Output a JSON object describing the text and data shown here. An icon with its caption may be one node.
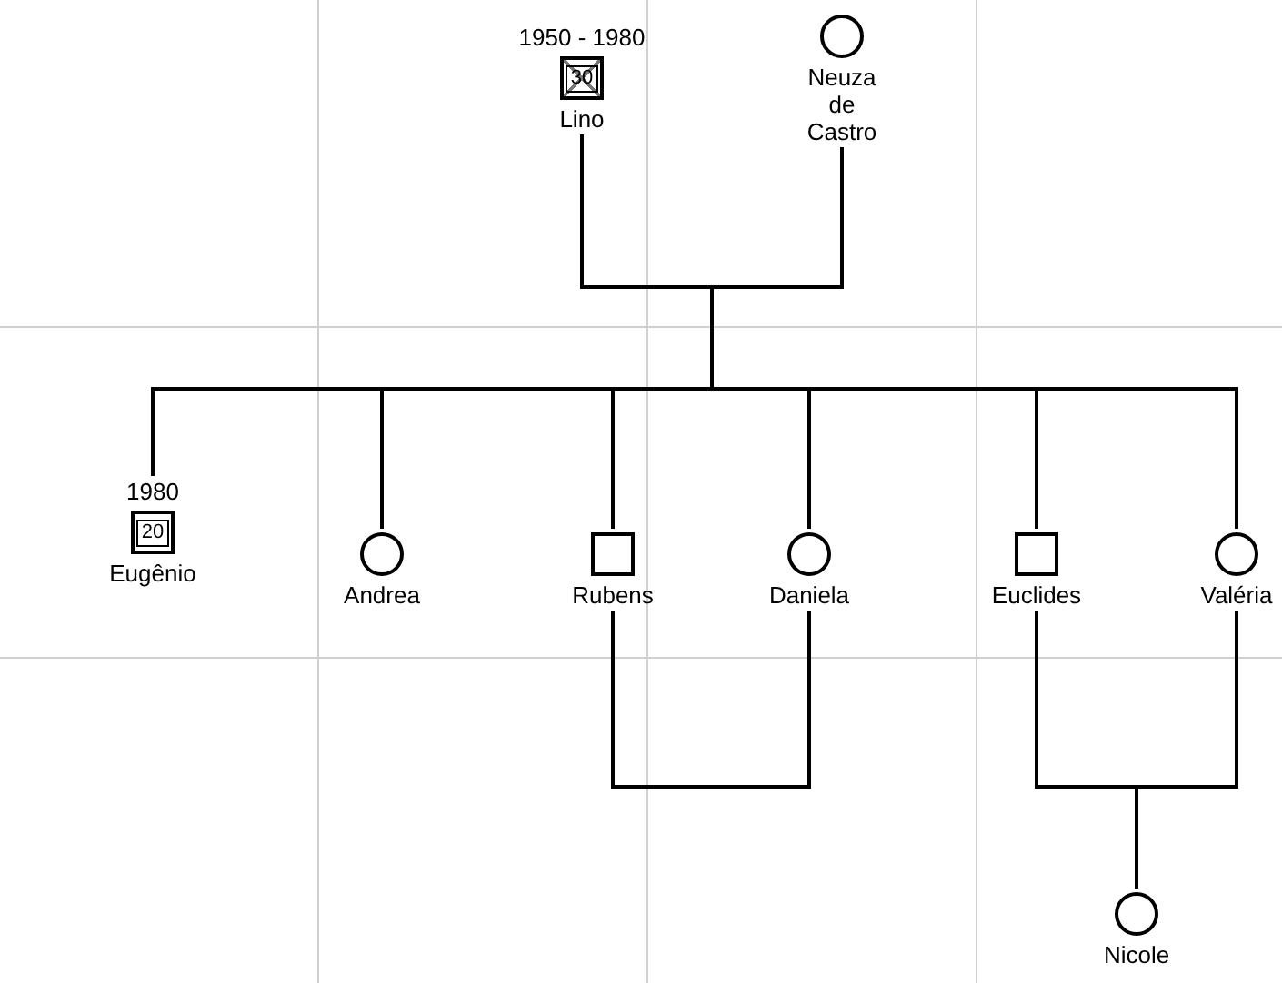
{
  "diagram": {
    "nodes": [
      {
        "text": [
          "1950 - 1980",
          "30",
          "Lino"
        ]
      },
      {
        "text": [
          "Neuza de Castro"
        ]
      },
      {
        "text": [
          "1980",
          "20",
          "Eugênio"
        ]
      },
      {
        "text": [
          "Andrea"
        ]
      },
      {
        "text": [
          "Rubens"
        ]
      },
      {
        "text": [
          "Daniela"
        ]
      },
      {
        "text": [
          "Euclides"
        ]
      },
      {
        "text": [
          "Valéria"
        ]
      },
      {
        "text": [
          "Nicole"
        ]
      }
    ],
    "edges": [
      {
        "from": 0,
        "to": 1,
        "arrow": "none"
      },
      {
        "from": 0,
        "to": 2,
        "arrow": "none"
      },
      {
        "from": 0,
        "to": 3,
        "arrow": "none"
      },
      {
        "from": 0,
        "to": 4,
        "arrow": "none"
      },
      {
        "from": 0,
        "to": 5,
        "arrow": "none"
      },
      {
        "from": 0,
        "to": 6,
        "arrow": "none"
      },
      {
        "from": 0,
        "to": 7,
        "arrow": "none"
      },
      {
        "from": 1,
        "to": 2,
        "arrow": "none"
      },
      {
        "from": 1,
        "to": 3,
        "arrow": "none"
      },
      {
        "from": 1,
        "to": 4,
        "arrow": "none"
      },
      {
        "from": 1,
        "to": 5,
        "arrow": "none"
      },
      {
        "from": 1,
        "to": 6,
        "arrow": "none"
      },
      {
        "from": 1,
        "to": 7,
        "arrow": "none"
      },
      {
        "from": 4,
        "to": 5,
        "arrow": "none"
      },
      {
        "from": 6,
        "to": 7,
        "arrow": "none"
      },
      {
        "from": 6,
        "to": 8,
        "arrow": "none"
      },
      {
        "from": 7,
        "to": 8,
        "arrow": "none"
      }
    ]
  }
}
